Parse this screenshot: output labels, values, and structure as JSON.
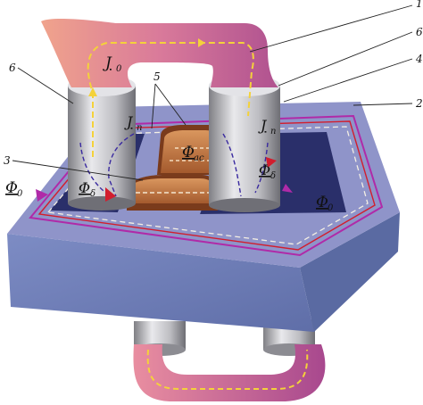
{
  "callouts": {
    "n1": "1",
    "n2": "2",
    "n3": "3",
    "n4": "4",
    "n5": "5",
    "n6_left": "6",
    "n6_right": "6"
  },
  "labels": {
    "j0": {
      "main": "J",
      "sub": "0"
    },
    "jn_left": {
      "main": "J",
      "sub": "n"
    },
    "jn_right": {
      "main": "J",
      "sub": "n"
    },
    "phi_ac": {
      "main": "Φ",
      "sub": "ac"
    },
    "phi_delta_left": {
      "main": "Φ",
      "sub": "δ"
    },
    "phi_delta_right": {
      "main": "Φ",
      "sub": "δ"
    },
    "phi0_left": {
      "main": "Φ",
      "sub": "0"
    },
    "phi0_right": {
      "main": "Φ",
      "sub": "0"
    }
  },
  "colors": {
    "core_top": "#8a90c8",
    "core_front": "#6f7fb6",
    "core_side": "#5a6aa2",
    "conductor": "#d77a98",
    "cylinder": "#c9c9cd",
    "coil": "#c8844e",
    "flux_red": "#d21e2e",
    "flux_purple": "#b02aa8",
    "flux_blue": "#3a2aa0",
    "current_yellow": "#f4d23a"
  }
}
